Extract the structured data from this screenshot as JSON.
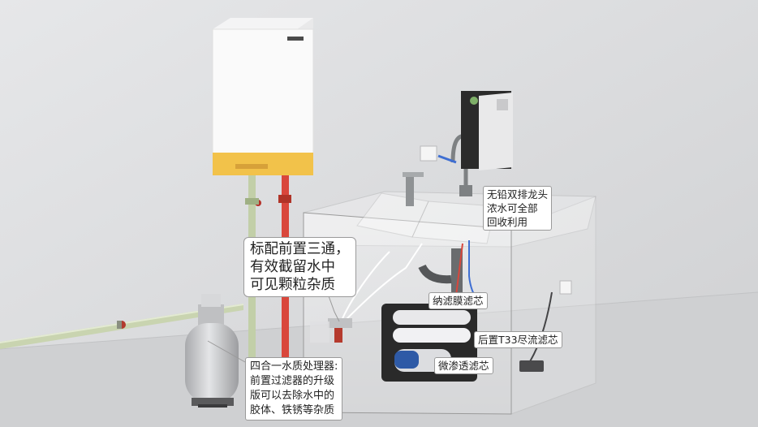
{
  "callouts": {
    "prefilter_tee": {
      "lines": [
        "标配前置三通，",
        "有效截留水中",
        "可见颗粒杂质"
      ]
    },
    "four_in_one": {
      "lines": [
        "四合一水质处理器:",
        "前置过滤器的升级",
        "版可以去除水中的",
        "胶体、铁锈等杂质"
      ]
    },
    "faucet": {
      "lines": [
        "无铅双排龙头",
        "浓水可全部",
        "回收利用"
      ]
    },
    "nano": {
      "lines": [
        "纳滤膜滤芯"
      ]
    },
    "t33": {
      "lines": [
        "后置T33尽流滤芯"
      ]
    },
    "ro": {
      "lines": [
        "微渗透滤芯"
      ]
    }
  },
  "colors": {
    "wall": "#dcdddf",
    "floor": "#cfd0d2",
    "heater_body": "#f7f7f7",
    "heater_band": "#f2c24a",
    "hot_pipe": "#d9473c",
    "cold_pipe": "#c2cfa8",
    "tank": "#c9cacc",
    "dispenser": "#2b2b2b",
    "filter_box": "#2a2a2a"
  },
  "icons": {
    "dispenser_logo": "leaf-logo-icon",
    "wall_socket": "power-socket-icon"
  }
}
